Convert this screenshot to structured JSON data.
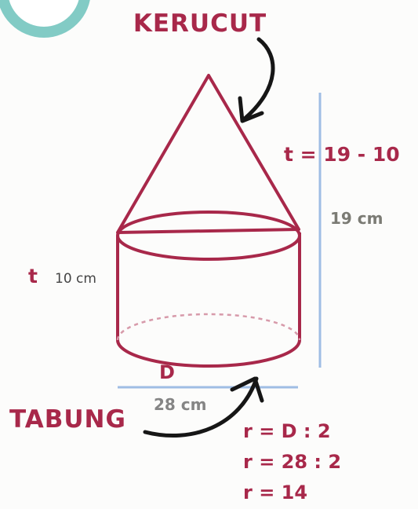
{
  "labels": {
    "cone": "KERUCUT",
    "cylinder": "TABUNG",
    "cone_height_expr": "t = 19 - 10",
    "total_height": "19 cm",
    "cyl_height_symbol": "t",
    "cyl_height_value": "10 cm",
    "diameter_symbol": "D",
    "diameter_value": "28 cm"
  },
  "formulas": [
    "r = D : 2",
    "r = 28 : 2",
    "r = 14"
  ],
  "colors": {
    "shape_stroke": "#a8284a",
    "accent_text": "#a8284a",
    "measure_line": "#9fbde4",
    "arrow": "#161616",
    "muted_text": "#7b7b74",
    "badge": "#82cbc5"
  }
}
